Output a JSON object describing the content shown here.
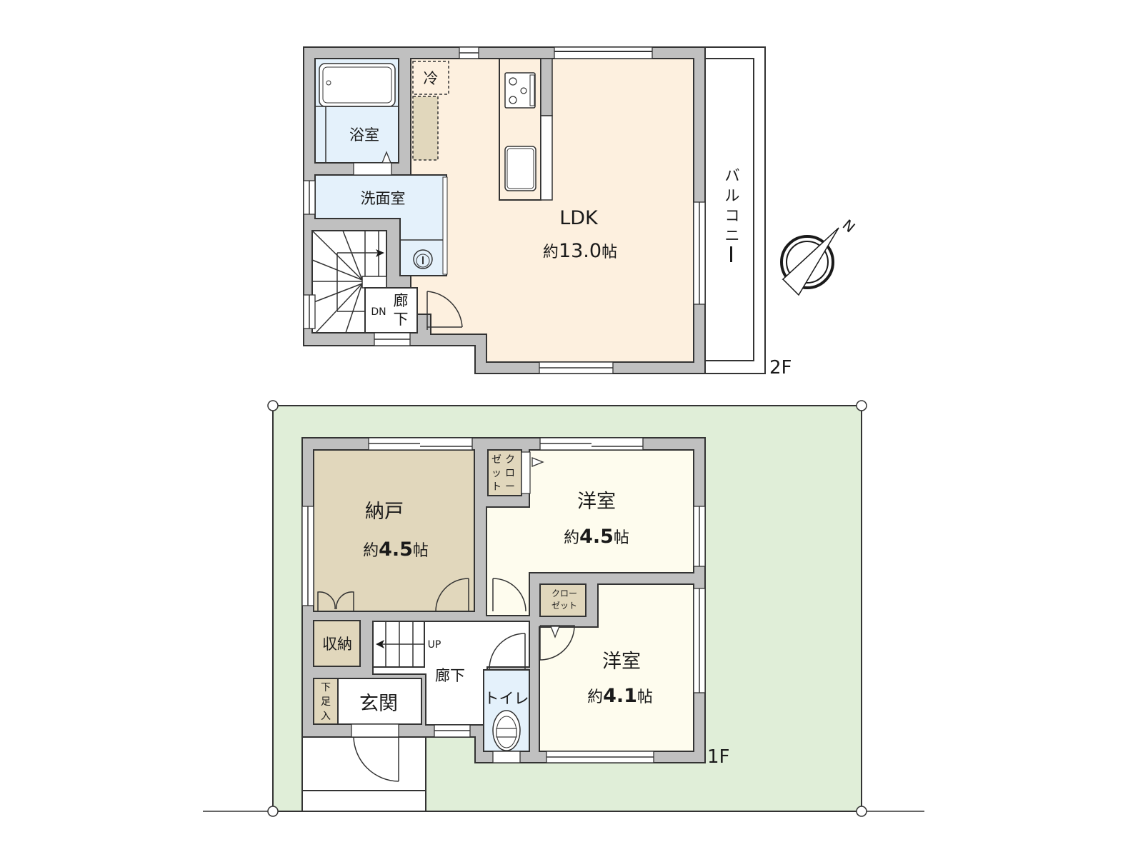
{
  "colors": {
    "wall": "#c0c0c0",
    "ldk": "#fdf0df",
    "wet": "#e4f1fb",
    "storage": "#e1d7bc",
    "western_room": "#fefcee",
    "lot": "#e0eed8",
    "line": "#333333"
  },
  "floor2": {
    "label": "2F",
    "rooms": {
      "ldk": {
        "name": "LDK",
        "area_prefix": "約",
        "area": "13.0",
        "unit": "帖"
      },
      "bathroom": {
        "name": "浴室"
      },
      "washroom": {
        "name": "洗面室"
      },
      "fridge": {
        "name": "冷"
      },
      "hallway": {
        "name_top": "廊",
        "name_bottom": "下"
      },
      "stairs": {
        "direction": "DN"
      },
      "balcony": {
        "name": "バルコニー",
        "chars": [
          "バ",
          "ル",
          "コ",
          "ニ",
          "ー"
        ]
      }
    }
  },
  "floor1": {
    "label": "1F",
    "rooms": {
      "storeroom": {
        "name": "納戸",
        "area_prefix": "約",
        "area": "4.5",
        "unit": "帖"
      },
      "western_room_1": {
        "name": "洋室",
        "area_prefix": "約",
        "area": "4.5",
        "unit": "帖"
      },
      "western_room_2": {
        "name": "洋室",
        "area_prefix": "約",
        "area": "4.1",
        "unit": "帖"
      },
      "closet_1": {
        "name": "クローゼット",
        "col1": [
          "ク",
          "ロ",
          "ー"
        ],
        "col2": [
          "ゼ",
          "ッ",
          "ト"
        ]
      },
      "closet_2": {
        "line1": "クロー",
        "line2": "ゼット"
      },
      "storage": {
        "name": "収納"
      },
      "shoe_box": {
        "chars": [
          "下",
          "足",
          "入"
        ]
      },
      "entrance": {
        "name": "玄関"
      },
      "hallway": {
        "name": "廊下"
      },
      "stairs": {
        "direction": "UP"
      },
      "toilet": {
        "name": "トイレ"
      }
    }
  },
  "compass": {
    "north_label": "N"
  }
}
